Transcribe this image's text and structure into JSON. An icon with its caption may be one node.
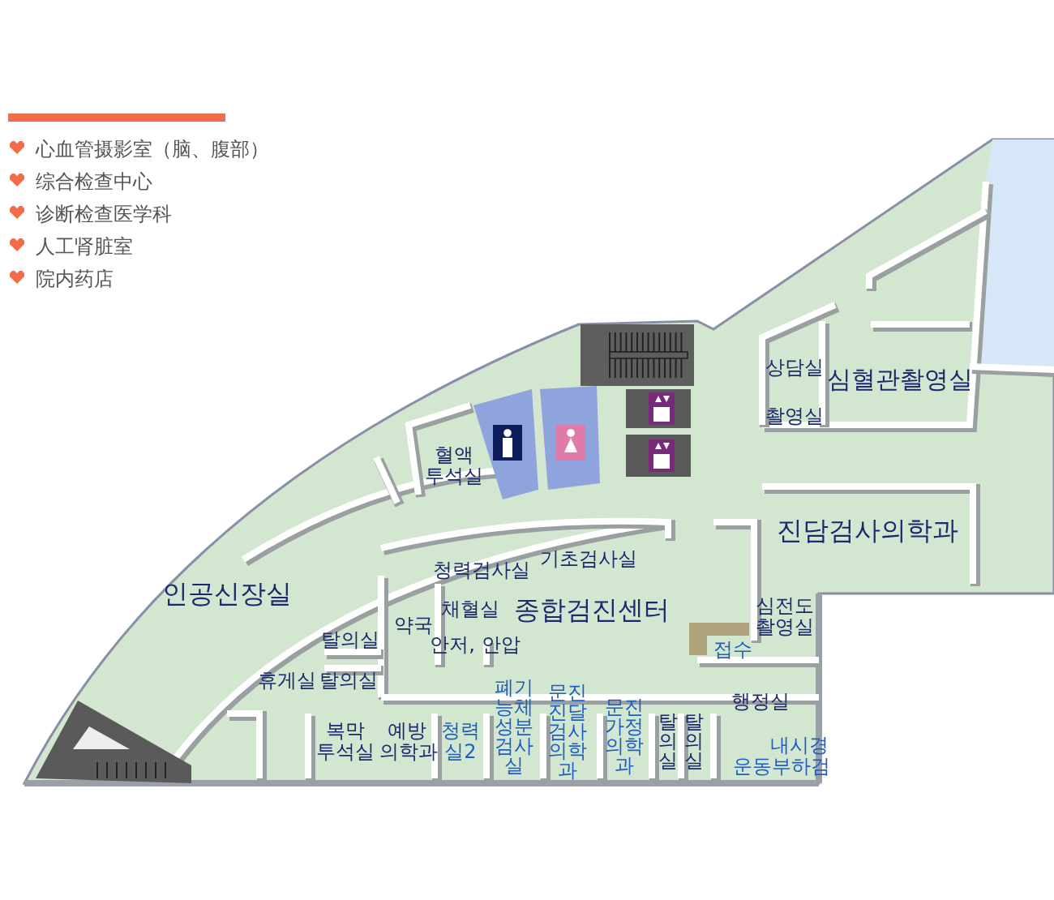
{
  "diagram": {
    "labels": [
      "心血管摄影室（脑、腹部）",
      "综合检查中心",
      "诊断检查医学科",
      "人工肾脏室",
      "院内药店",
      "상담실",
      "심혈관촬영실",
      "촬영실",
      "혈액 투석실",
      "진담검사의학과",
      "청력검사실",
      "기초검사실",
      "인공신장실",
      "채혈실",
      "종합검진센터",
      "심전도 촬영실",
      "약국",
      "탈의실",
      "안저, 안압",
      "접수",
      "휴게실",
      "탈의실",
      "행정실",
      "복막 투석실",
      "예방 의학과",
      "청력 실2",
      "폐기능체성분검사실",
      "문진진달검사의학과",
      "문진가정의학과",
      "탈의실",
      "탈의실",
      "내시경",
      "운동부하검"
    ]
  }
}
